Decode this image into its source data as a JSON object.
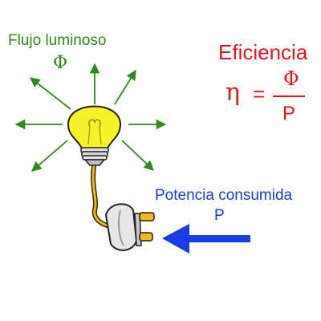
{
  "flux": {
    "label": "Flujo luminoso",
    "symbol": "Φ"
  },
  "efficiency": {
    "title": "Eficiencia",
    "eta": "η",
    "equals": "=",
    "numerator": "Φ",
    "denominator": "P"
  },
  "power": {
    "label": "Potencia consumida",
    "symbol": "P"
  },
  "colors": {
    "green": "#2f8a1e",
    "red": "#e8141c",
    "blue": "#1a3ce8",
    "bulb": "#f6f22a"
  }
}
